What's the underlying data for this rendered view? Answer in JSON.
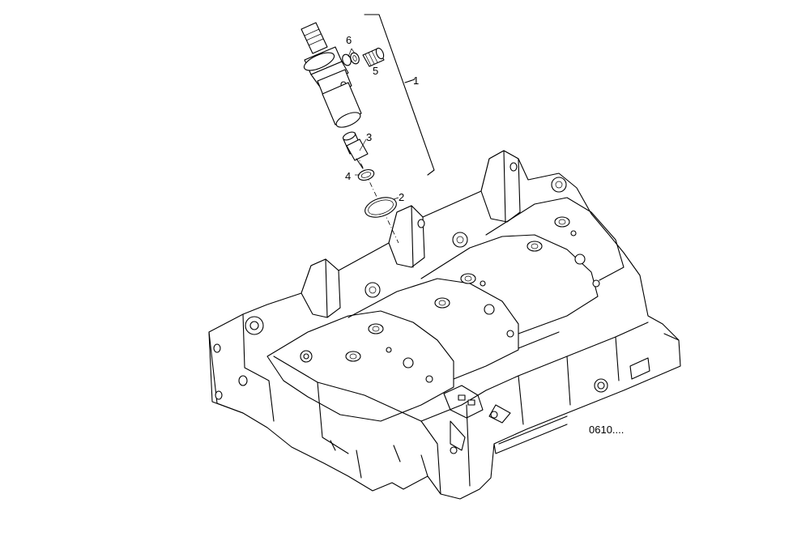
{
  "callouts": [
    {
      "id": "1",
      "text": "1"
    },
    {
      "id": "2",
      "text": "2"
    },
    {
      "id": "3",
      "text": "3"
    },
    {
      "id": "4",
      "text": "4"
    },
    {
      "id": "5",
      "text": "5"
    },
    {
      "id": "6",
      "text": "6"
    }
  ],
  "figure_code": "0610...."
}
